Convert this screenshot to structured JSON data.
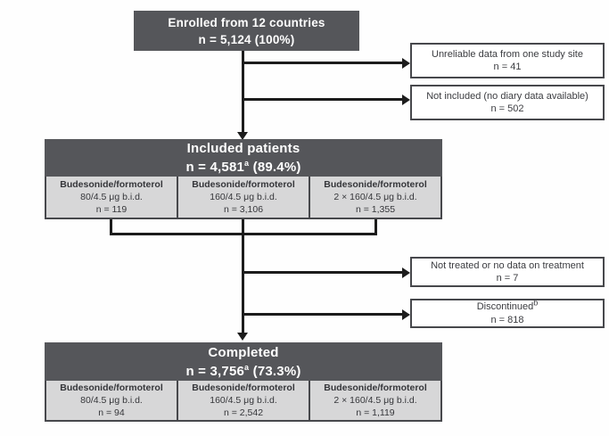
{
  "figure": {
    "type": "patient-flow-diagram",
    "colors": {
      "dark_box_fill": "#55565a",
      "light_box_fill": "#d7d7d8",
      "box_border": "#47484c",
      "arrow": "#1c1c1c",
      "dark_box_text": "#ffffff",
      "light_box_text": "#35363a"
    },
    "enrolled": {
      "title": "Enrolled from 12 countries",
      "n_line": "n = 5,124 (100%)"
    },
    "side_boxes": [
      {
        "line1": "Unreliable data from one study site",
        "n_line": "n = 41"
      },
      {
        "line1": "Not included (no diary data available)",
        "n_line": "n = 502"
      },
      {
        "line1": "Not treated or no data on treatment",
        "n_line": "n = 7"
      },
      {
        "line1": "Discontinued",
        "line1_sup": "b",
        "n_line": "n = 818"
      }
    ],
    "included": {
      "title": "Included patients",
      "n_prefix": "n = 4,581",
      "n_sup": "a",
      "n_suffix": " (89.4%)",
      "arms": [
        {
          "drug": "Budesonide/formoterol",
          "dose": "80/4.5 μg b.i.d.",
          "n_line": "n = 119"
        },
        {
          "drug": "Budesonide/formoterol",
          "dose": "160/4.5 μg b.i.d.",
          "n_line": "n = 3,106"
        },
        {
          "drug": "Budesonide/formoterol",
          "dose": "2 × 160/4.5 μg b.i.d.",
          "n_line": "n = 1,355"
        }
      ]
    },
    "completed": {
      "title": "Completed",
      "n_prefix": "n = 3,756",
      "n_sup": "a",
      "n_suffix": " (73.3%)",
      "arms": [
        {
          "drug": "Budesonide/formoterol",
          "dose": "80/4.5 μg b.i.d.",
          "n_line": "n = 94"
        },
        {
          "drug": "Budesonide/formoterol",
          "dose": "160/4.5 μg b.i.d.",
          "n_line": "n = 2,542"
        },
        {
          "drug": "Budesonide/formoterol",
          "dose": "2 × 160/4.5 μg b.i.d.",
          "n_line": "n = 1,119"
        }
      ]
    }
  }
}
